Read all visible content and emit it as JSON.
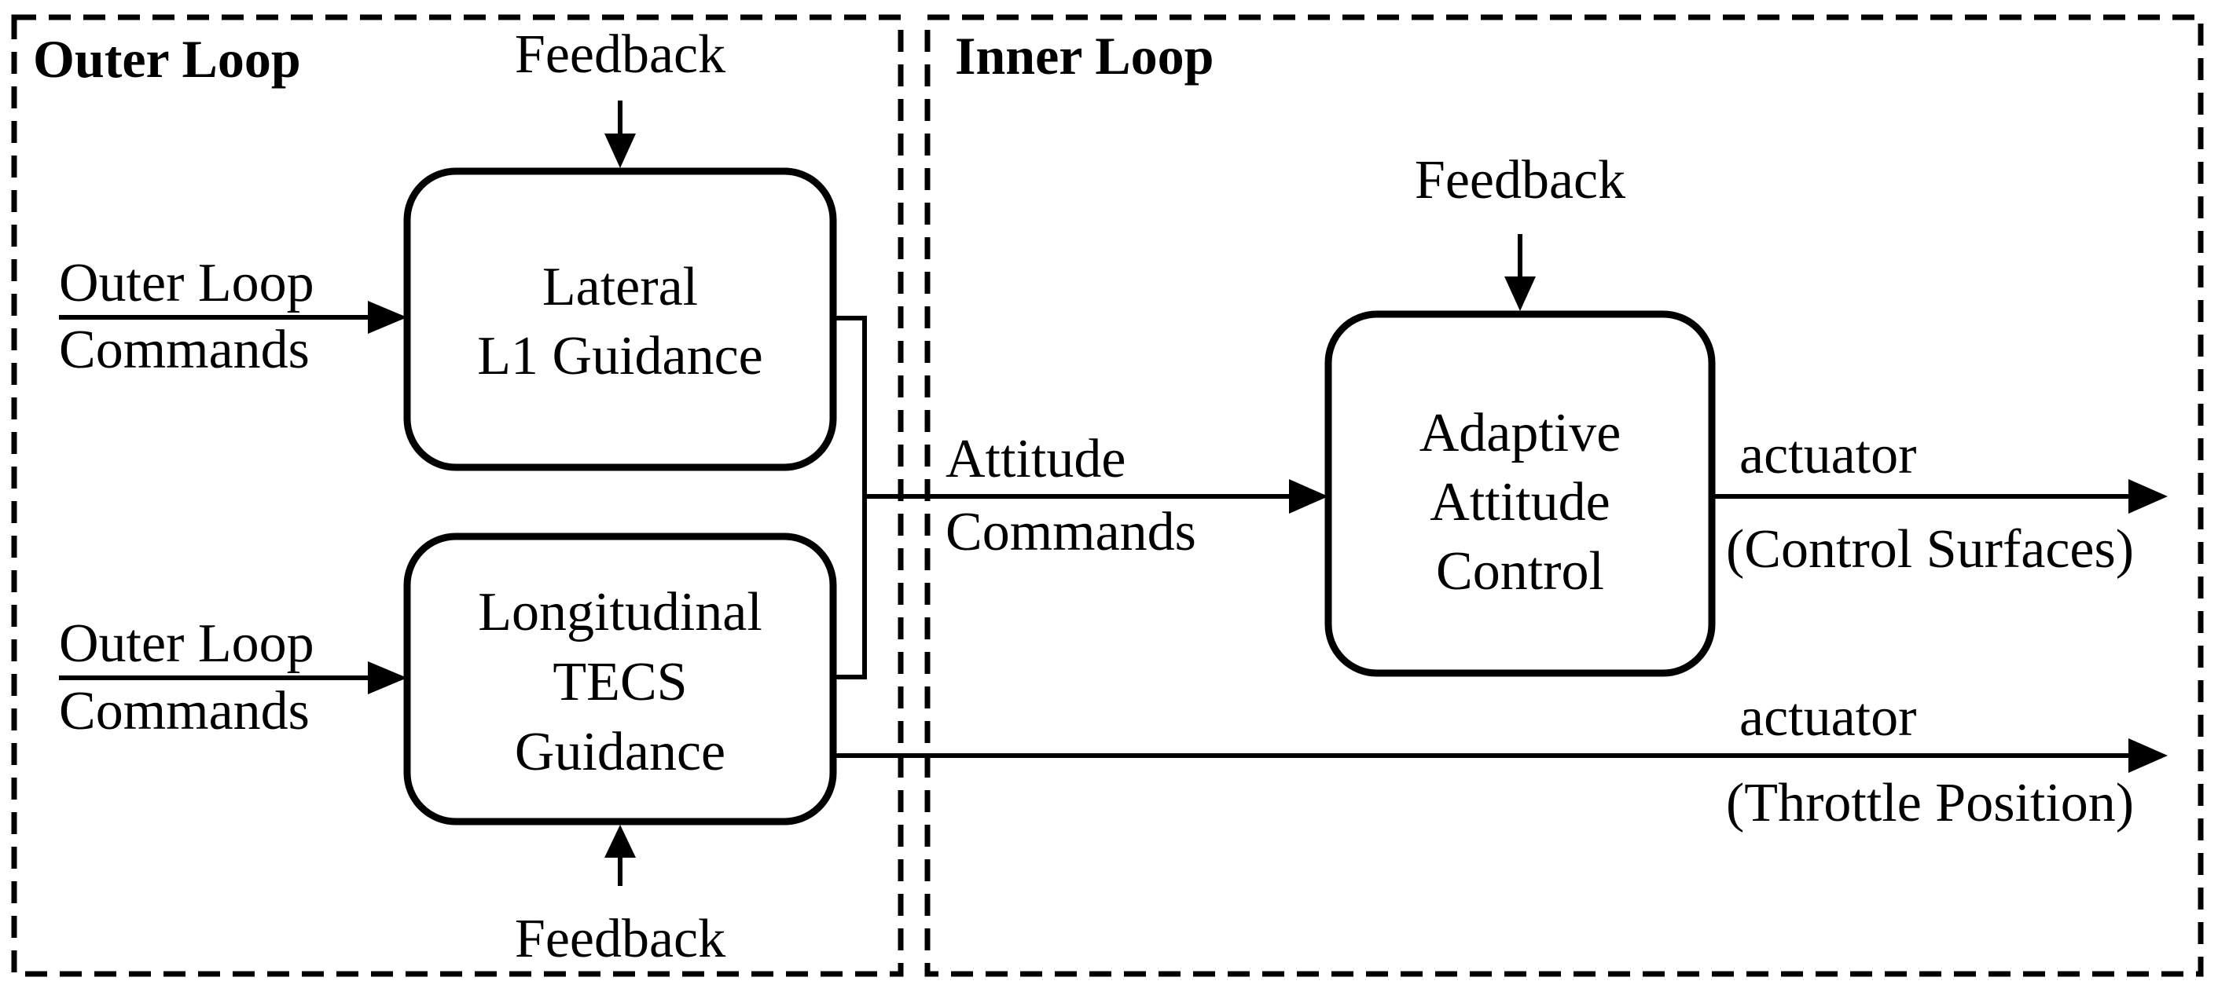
{
  "regions": {
    "outer_loop_title": "Outer Loop",
    "inner_loop_title": "Inner Loop"
  },
  "blocks": {
    "lateral": {
      "line1": "Lateral",
      "line2": "L1 Guidance"
    },
    "longitudinal": {
      "line1": "Longitudinal",
      "line2": "TECS",
      "line3": "Guidance"
    },
    "adaptive": {
      "line1": "Adaptive",
      "line2": "Attitude",
      "line3": "Control"
    }
  },
  "inputs": {
    "outer_cmd_top": {
      "line1": "Outer Loop",
      "line2": "Commands"
    },
    "outer_cmd_bottom": {
      "line1": "Outer Loop",
      "line2": "Commands"
    }
  },
  "feedback": {
    "lateral_top": "Feedback",
    "longitudinal_bottom": "Feedback",
    "adaptive_top": "Feedback"
  },
  "signals": {
    "attitude": {
      "line1": "Attitude",
      "line2": "Commands"
    },
    "control_surfaces": {
      "line1": "actuator",
      "line2": "(Control Surfaces)"
    },
    "throttle": {
      "line1": "actuator",
      "line2": "(Throttle Position)"
    }
  }
}
